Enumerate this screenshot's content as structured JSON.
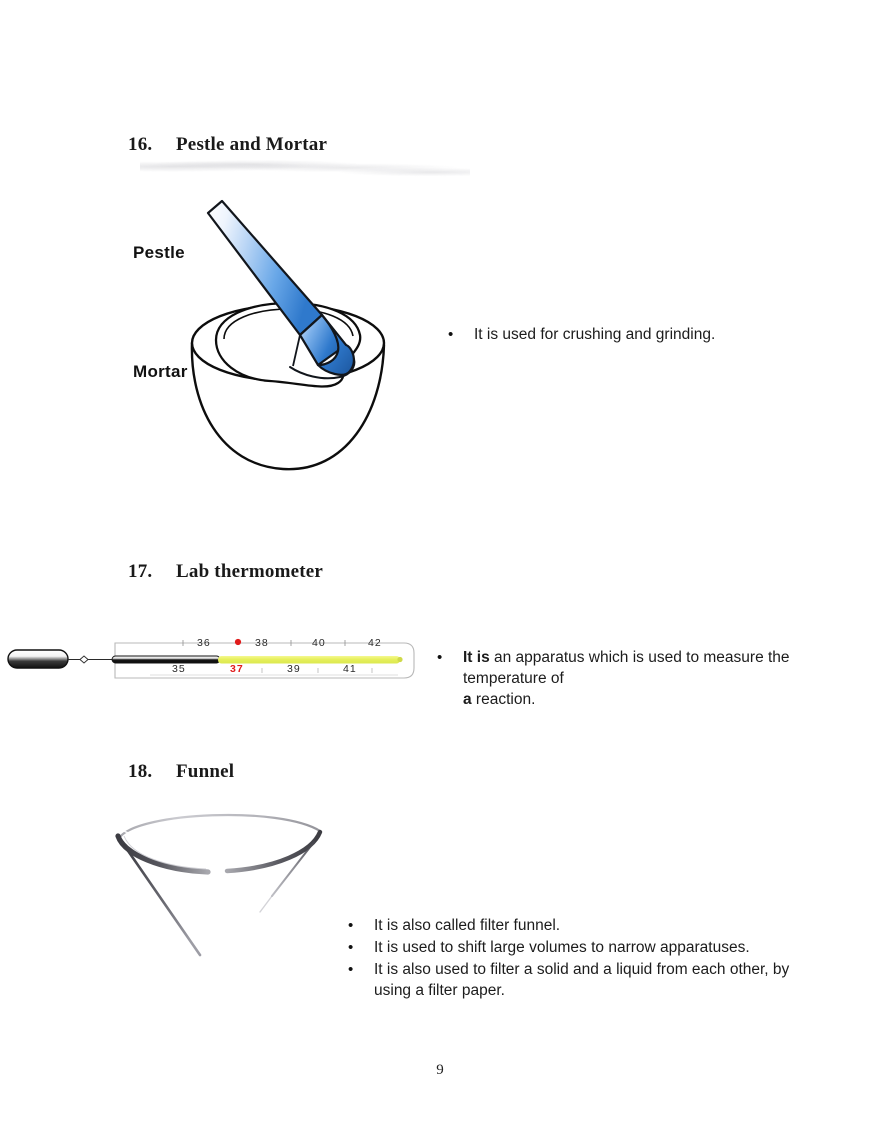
{
  "document": {
    "page_number": "9"
  },
  "sections": [
    {
      "number": "16.",
      "title": "Pestle and Mortar",
      "figure": {
        "name": "pestle-and-mortar",
        "labels": [
          "Pestle",
          "Mortar"
        ]
      },
      "bullets": [
        {
          "lead": "",
          "rest": "It is used for crushing and grinding."
        }
      ]
    },
    {
      "number": "17.",
      "title": "Lab thermometer",
      "figure": {
        "name": "lab-thermometer",
        "scale_top": [
          "36",
          "38",
          "40",
          "42"
        ],
        "scale_bottom": [
          "35",
          "37",
          "39",
          "41"
        ],
        "highlight_value": "37",
        "band_color": "#e9f06a",
        "highlight_color": "#e01b1b"
      },
      "bullets": [
        {
          "lead": "It is",
          "rest": " an apparatus which is used to measure the temperature of"
        },
        {
          "lead": "a",
          "rest": " reaction."
        }
      ]
    },
    {
      "number": "18.",
      "title": "Funnel",
      "figure": {
        "name": "filter-funnel"
      },
      "bullets": [
        {
          "lead": "",
          "rest": "It is also called filter funnel."
        },
        {
          "lead": "",
          "rest": "It is used to shift large volumes to narrow apparatuses."
        },
        {
          "lead": "",
          "rest": "It is also used to filter a solid and a liquid from each other, by"
        },
        {
          "lead": "",
          "rest": "using a filter paper."
        }
      ]
    }
  ],
  "glyphs": {
    "bullet": "•"
  }
}
